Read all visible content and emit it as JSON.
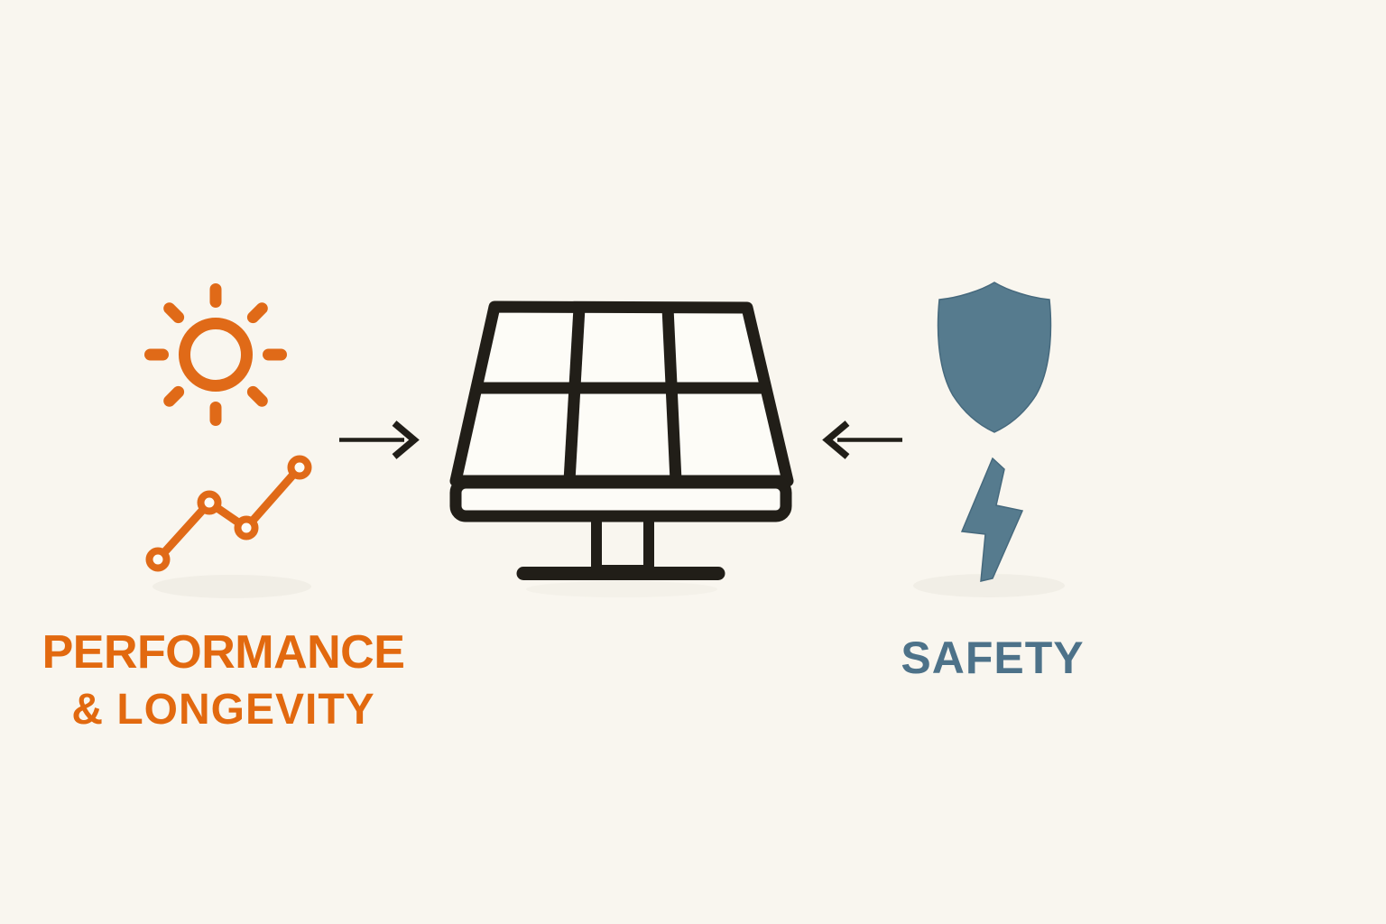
{
  "colors": {
    "background": "#f9f6ef",
    "accent_orange": "#e06a18",
    "text_orange": "#e2690f",
    "accent_blue": "#567b8e",
    "text_blue": "#4d7289",
    "ink": "#211e18",
    "panel_fill": "#fdfcf7",
    "shadow_tint": "#ebe7df"
  },
  "left_group": {
    "label_line1": "PERFORMANCE",
    "label_line2": "& LONGEVITY",
    "icons": [
      {
        "name": "sun-icon",
        "meaning": "sunlight / heat exposure"
      },
      {
        "name": "trend-chart-icon",
        "meaning": "rising performance line chart"
      }
    ]
  },
  "center_group": {
    "icon": {
      "name": "solar-panel-icon",
      "meaning": "solar panel on stand, 2x3 cell grid"
    }
  },
  "right_group": {
    "label": "SAFETY",
    "icons": [
      {
        "name": "shield-icon",
        "meaning": "protection shield"
      },
      {
        "name": "lightning-bolt-icon",
        "meaning": "electrical hazard / energy"
      }
    ]
  },
  "arrows": [
    {
      "name": "arrow-right-icon",
      "direction": "right",
      "glyph": "→"
    },
    {
      "name": "arrow-left-icon",
      "direction": "left",
      "glyph": "←"
    }
  ]
}
